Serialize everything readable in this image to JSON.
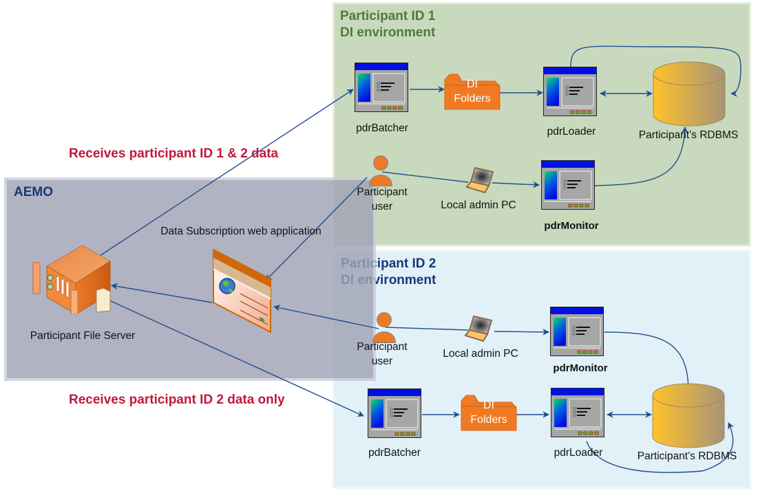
{
  "panels": {
    "participant1": {
      "title": "Participant ID 1\nDI environment",
      "title_color": "#4f7a3a",
      "bg": "#c9d9bd"
    },
    "participant2": {
      "title": "Participant ID 2\nDI environment",
      "title_color": "#143a78",
      "bg": "#e2f0f8"
    },
    "aemo": {
      "title": "AEMO",
      "title_color": "#143a78",
      "bg": "#a0a2b4"
    }
  },
  "annotations": {
    "receives_both": "Receives participant ID 1 & 2 data",
    "receives_p2_only": "Receives participant ID 2 data only",
    "color": "#c0183a"
  },
  "aemo_nodes": {
    "file_server": "Participant File Server",
    "web_app": "Data Subscription web application"
  },
  "p1_nodes": {
    "batcher": "pdrBatcher",
    "folders": "DI\nFolders",
    "loader": "pdrLoader",
    "rdbms": "Participant’s RDBMS",
    "user": "Participant\nuser",
    "admin_pc": "Local admin PC",
    "monitor": "pdrMonitor"
  },
  "p2_nodes": {
    "batcher": "pdrBatcher",
    "folders": "DI\nFolders",
    "loader": "pdrLoader",
    "rdbms": "Participant’s RDBMS",
    "user": "Participant\nuser",
    "admin_pc": "Local admin PC",
    "monitor": "pdrMonitor"
  },
  "colors": {
    "link": "#1f4e8c",
    "orange": "#f07a22",
    "app_titlebar": "#0010e0"
  }
}
